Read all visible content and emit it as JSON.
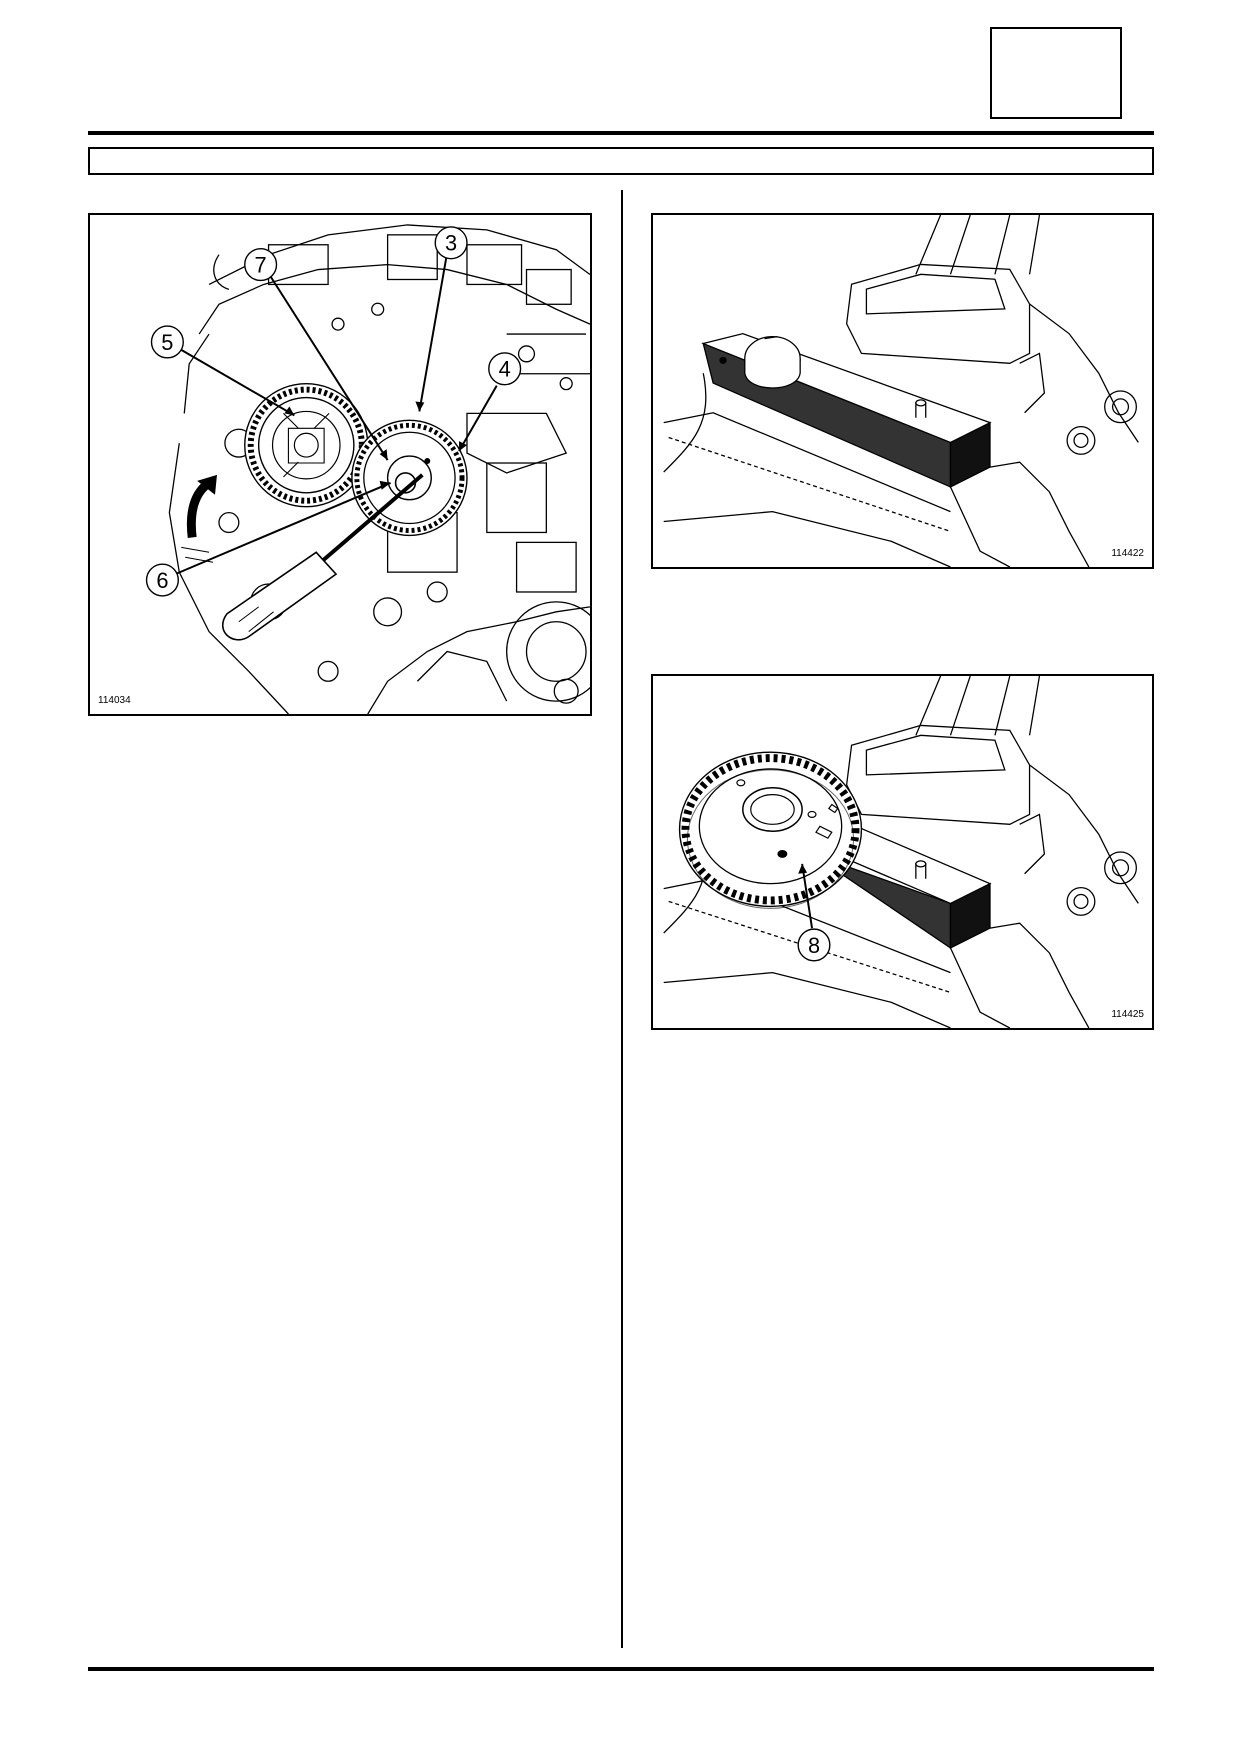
{
  "figures": {
    "engine": {
      "ref": "114034",
      "callouts": [
        "3",
        "4",
        "5",
        "6",
        "7"
      ]
    },
    "vice": {
      "ref": "114422"
    },
    "vice_gear": {
      "ref": "114425",
      "callouts": [
        "8"
      ]
    }
  }
}
